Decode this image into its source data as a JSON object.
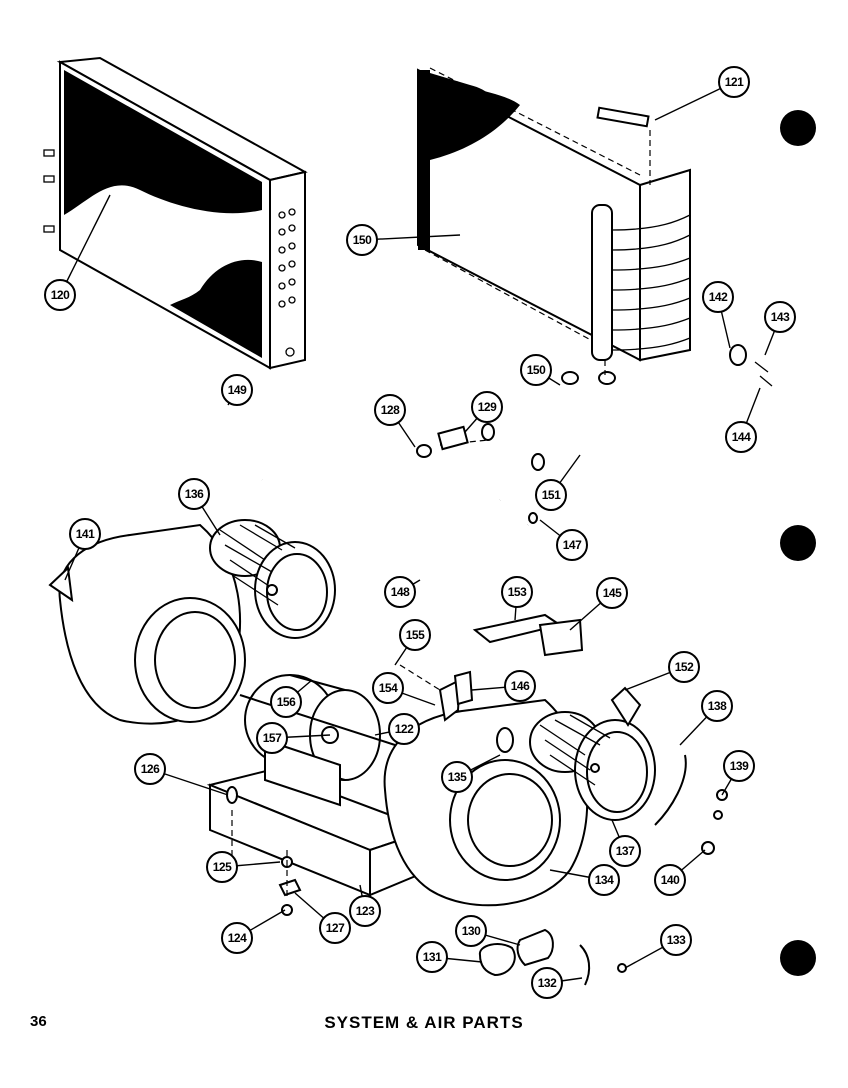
{
  "page": {
    "number": "36",
    "title": "SYSTEM & AIR PARTS"
  },
  "callouts": [
    {
      "id": "c120",
      "label": "120"
    },
    {
      "id": "c121",
      "label": "121"
    },
    {
      "id": "c150a",
      "label": "150"
    },
    {
      "id": "c142",
      "label": "142"
    },
    {
      "id": "c143",
      "label": "143"
    },
    {
      "id": "c150b",
      "label": "150"
    },
    {
      "id": "c128",
      "label": "128"
    },
    {
      "id": "c129",
      "label": "129"
    },
    {
      "id": "c144",
      "label": "144"
    },
    {
      "id": "c149",
      "label": "149"
    },
    {
      "id": "c151",
      "label": "151"
    },
    {
      "id": "c136",
      "label": "136"
    },
    {
      "id": "c141",
      "label": "141"
    },
    {
      "id": "c147",
      "label": "147"
    },
    {
      "id": "c148",
      "label": "148"
    },
    {
      "id": "c153",
      "label": "153"
    },
    {
      "id": "c145",
      "label": "145"
    },
    {
      "id": "c155",
      "label": "155"
    },
    {
      "id": "c152",
      "label": "152"
    },
    {
      "id": "c154",
      "label": "154"
    },
    {
      "id": "c146",
      "label": "146"
    },
    {
      "id": "c156",
      "label": "156"
    },
    {
      "id": "c138",
      "label": "138"
    },
    {
      "id": "c157",
      "label": "157"
    },
    {
      "id": "c122",
      "label": "122"
    },
    {
      "id": "c126",
      "label": "126"
    },
    {
      "id": "c135",
      "label": "135"
    },
    {
      "id": "c139",
      "label": "139"
    },
    {
      "id": "c137",
      "label": "137"
    },
    {
      "id": "c125",
      "label": "125"
    },
    {
      "id": "c140",
      "label": "140"
    },
    {
      "id": "c134",
      "label": "134"
    },
    {
      "id": "c123",
      "label": "123"
    },
    {
      "id": "c124",
      "label": "124"
    },
    {
      "id": "c127",
      "label": "127"
    },
    {
      "id": "c130",
      "label": "130"
    },
    {
      "id": "c133",
      "label": "133"
    },
    {
      "id": "c131",
      "label": "131"
    },
    {
      "id": "c132",
      "label": "132"
    }
  ],
  "colors": {
    "ink": "#000000",
    "paper": "#ffffff"
  }
}
